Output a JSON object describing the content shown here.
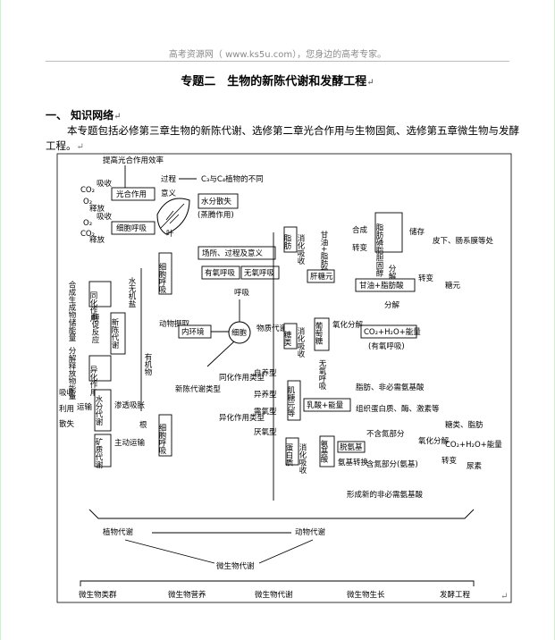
{
  "header_text": "高考资源网（ www.ks5u.com），您身边的高考专家。",
  "title": "专题二　生物的新陈代谢和发酵工程",
  "section_heading": "一、 知识网络",
  "intro_paragraph": "本专题包括必修第三章生物的新陈代谢、选修第二章光合作用与生物固氮、选修第五章微生物与发酵工程。",
  "paragraph_mark": "↵",
  "diagram": {
    "improve_efficiency": "提高光合作用效率",
    "co2": "CO₂",
    "o2": "O₂",
    "absorb": "吸收",
    "release": "释放",
    "process": "过程",
    "c3c4": "C₃与C₄植物的不同",
    "meaning": "意义",
    "photosynthesis": "光合作用",
    "cell_respiration": "细胞呼吸",
    "water_loss": "水分散失",
    "transpiration": "(蒸腾作用)",
    "leaf": "叶",
    "site_process": "场所、过程及意义",
    "aerobic": "有氧呼吸",
    "anaerobic": "无氧呼吸",
    "respiration": "呼吸",
    "cell": "细胞",
    "material_metabolism": "物质代谢",
    "internal_env": "内环境",
    "animal_uptake": "动物摄取",
    "assimilation_l": "同化作用",
    "metabolism": "新陈代谢",
    "dissimilation_l": "异化作用",
    "synthesize": "合成生成物储能量",
    "enzyme_reaction": "酶促反应",
    "decompose": "分解释放物能量",
    "water_salt": "水无机盐",
    "organic": "有机物",
    "cell_resp_v": "细胞呼吸",
    "metabolism_types": "新陈代谢类型",
    "assim_types": "同化作用类型",
    "autotroph": "自养型",
    "heterotroph": "异养型",
    "dissim_types": "异化作用类型",
    "aerobe": "需氧型",
    "anaerobe": "厌氧型",
    "absorb2": "吸收",
    "use": "利用",
    "dissipate": "散失",
    "transport": "运输",
    "water_metab": "水分代谢",
    "osmosis": "渗透吸胀",
    "root": "根",
    "active_transport": "主动运输",
    "mineral_metab": "矿质代谢",
    "fat": "脂肪",
    "digest_absorb": "消化吸收",
    "glycerol": "甘油+脂肪酸",
    "synthesis": "合成",
    "convert": "转变",
    "fat_group": "脂肪磷脂胆固醇",
    "storage": "储存",
    "storage_place": "皮下、肠系膜等处",
    "decompose2": "分解",
    "liver_glycogen": "肝糖元",
    "glycerol2": "甘油+脂肪酸",
    "sugar": "糖元",
    "carbs": "糖类",
    "glucose": "葡萄糖",
    "oxidative_decomp": "氧化分解",
    "co2_h2o": "CO₂+H₂O+能量",
    "aerobic_resp": "(有氧呼吸)",
    "muscle_glycogen": "肌糖元等",
    "anaerobic_resp": "无氧呼吸",
    "lactic": "乳酸+能量",
    "nonessential": "脂肪、非必需氨基酸",
    "protein": "蛋白质",
    "amino_acid": "氨基酸",
    "organize": "组织蛋白质、酶、激素等",
    "deamination": "脱氨基",
    "n_free": "不含氮部分",
    "sugar_fat": "糖类、脂肪",
    "oxidative": "氧化分解",
    "co2_energy": "CO₂+H₂O+能量",
    "n_part": "含氮部分(氨基)",
    "urea": "尿素",
    "transamination": "氨基转换",
    "new_nonessential": "形成新的非必需氨基酸",
    "plant_metab": "植物代谢",
    "animal_metab": "动物代谢",
    "microbe_metab": "微生物代谢",
    "bottom": [
      "微生物类群",
      "微生物营养",
      "微生物代谢",
      "微生物生长",
      "发酵工程"
    ]
  }
}
